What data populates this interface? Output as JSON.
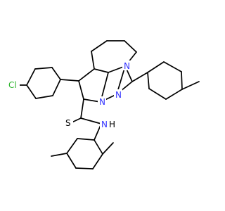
{
  "structure": {
    "atoms": {
      "cl": {
        "text": "Cl",
        "element": "Cl"
      },
      "s": {
        "text": "S",
        "element": "S"
      },
      "nh": {
        "text": "N",
        "element": "N"
      },
      "nh_h": {
        "text": "H",
        "element": "H"
      },
      "n_ring_top": {
        "text": "N",
        "element": "N"
      },
      "n_ring_left": {
        "text": "N",
        "element": "N"
      },
      "n_ring_bottom": {
        "text": "N",
        "element": "N"
      }
    }
  },
  "colors": {
    "bond": "#000000",
    "nitrogen": "#3333ff",
    "chlorine": "#2bb32b",
    "carbon_label": "#000000",
    "background": "#ffffff"
  }
}
